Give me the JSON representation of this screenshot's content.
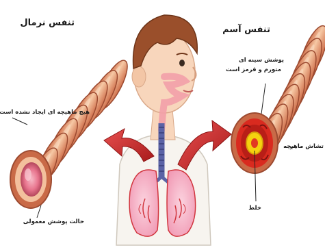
{
  "panels": {
    "normal": {
      "title": "تنفس نرمال",
      "label_muscle": "هیچ ماهیچه ای ایجاد نشده است",
      "label_lining": "حالت پوشش معمولی"
    },
    "asthma": {
      "title": "تنفس آسم",
      "label_lining_line1": "پوشش سینه ای",
      "label_lining_line2": "متورم و قرمز است",
      "label_muscle": "تشاش ماهیچه",
      "label_mucus": "خلط"
    }
  },
  "colors": {
    "ring_light": "#f6c8a4",
    "ring_dark": "#cf6f4b",
    "ring_outline": "#9c4a30",
    "lumen_pink": "#e8758e",
    "inflamed_red": "#d92a1f",
    "mucus_yellow": "#f5d20f",
    "arrow_red": "#c92424",
    "skin": "#f8d6bc",
    "hair": "#9a4f2b",
    "shirt": "#f7f4ef",
    "trachea_blue": "#5b63a6",
    "lung_pink": "#f19bb5",
    "lung_red": "#d1353e"
  },
  "icons": [
    "human-figure-icon",
    "arrow-left-icon",
    "arrow-right-icon"
  ]
}
